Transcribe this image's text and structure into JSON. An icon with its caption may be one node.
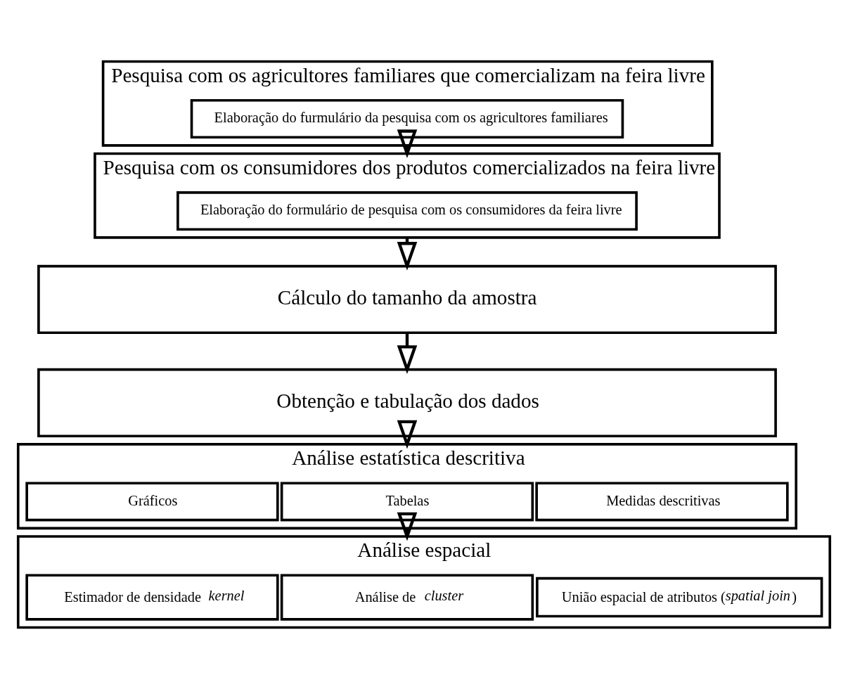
{
  "diagram": {
    "nodes": [
      {
        "text": [
          "Pesquisa com os agricultores familiares que comercializam na feira livre"
        ]
      },
      {
        "text": [
          "Elaboração do furmulário da pesquisa com os agricultores familiares"
        ],
        "in": 0
      },
      {
        "text": [
          "Pesquisa com os consumidores dos produtos comercializados na feira livre"
        ]
      },
      {
        "text": [
          "Elaboração do formulário de pesquisa com os consumidores da feira livre"
        ],
        "in": 2
      },
      {
        "text": [
          "Cálculo do tamanho da amostra"
        ]
      },
      {
        "text": [
          "Obtenção e tabulação dos dados"
        ]
      },
      {
        "text": [
          "Análise estatística descritiva"
        ]
      },
      {
        "text": [
          "Gráficos"
        ],
        "in": 6
      },
      {
        "text": [
          "Tabelas"
        ],
        "in": 6
      },
      {
        "text": [
          "Medidas descritivas"
        ],
        "in": 6
      },
      {
        "text": [
          "Análise espacial"
        ]
      },
      {
        "text": [
          "Estimador de densidade *kernel*"
        ],
        "in": 10
      },
      {
        "text": [
          "Análise de *cluster*"
        ],
        "in": 10
      },
      {
        "text": [
          "União espacial de atributos (*spatial join*)"
        ],
        "in": 10
      }
    ],
    "edges": [
      {
        "from": 0,
        "to": 2,
        "arrow": "to"
      },
      {
        "from": 2,
        "to": 4,
        "arrow": "to"
      },
      {
        "from": 4,
        "to": 5,
        "arrow": "to"
      },
      {
        "from": 5,
        "to": 6,
        "arrow": "to"
      },
      {
        "from": 6,
        "to": 10,
        "arrow": "to"
      }
    ]
  }
}
